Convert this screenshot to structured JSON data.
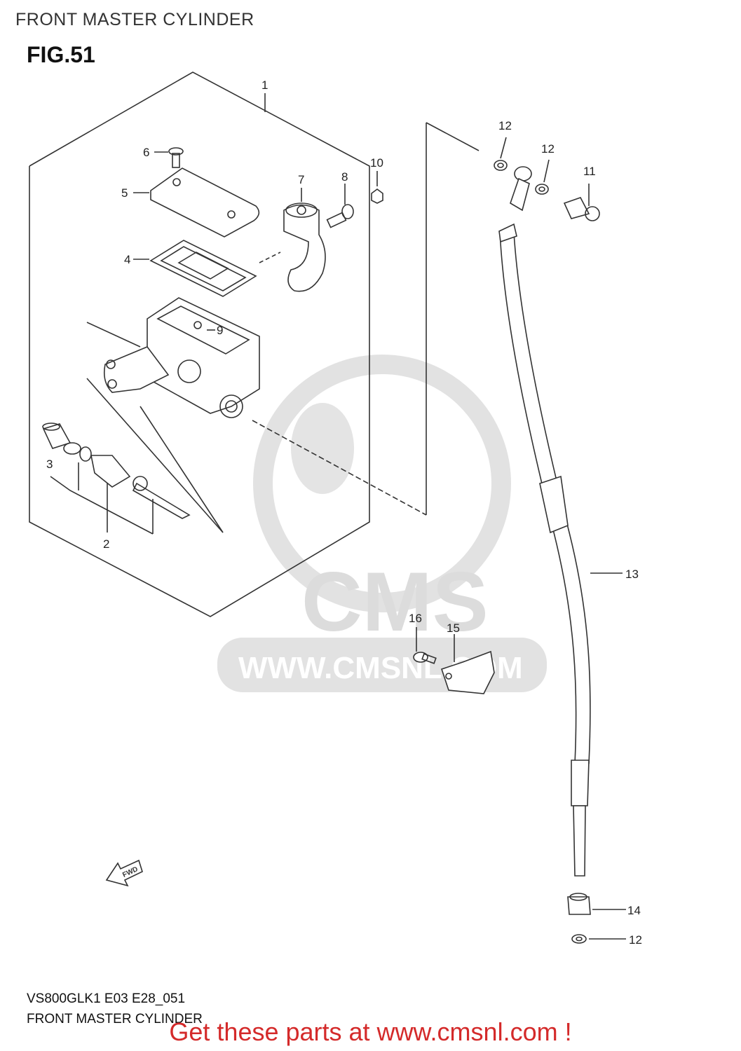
{
  "header": {
    "title": "FRONT MASTER CYLINDER"
  },
  "figure": {
    "label": "FIG.51"
  },
  "callouts": [
    {
      "id": "c1",
      "label": "1"
    },
    {
      "id": "c2",
      "label": "2"
    },
    {
      "id": "c3",
      "label": "3"
    },
    {
      "id": "c4",
      "label": "4"
    },
    {
      "id": "c5",
      "label": "5"
    },
    {
      "id": "c6",
      "label": "6"
    },
    {
      "id": "c7",
      "label": "7"
    },
    {
      "id": "c8",
      "label": "8"
    },
    {
      "id": "c9",
      "label": "9"
    },
    {
      "id": "c10",
      "label": "10"
    },
    {
      "id": "c11",
      "label": "11"
    },
    {
      "id": "c12a",
      "label": "12"
    },
    {
      "id": "c12b",
      "label": "12"
    },
    {
      "id": "c12c",
      "label": "12"
    },
    {
      "id": "c13",
      "label": "13"
    },
    {
      "id": "c14",
      "label": "14"
    },
    {
      "id": "c15",
      "label": "15"
    },
    {
      "id": "c16",
      "label": "16"
    }
  ],
  "direction_marker": {
    "text": "FWD"
  },
  "watermark": {
    "logo_text": "CMS",
    "url_text": "WWW.CMSNL.COM"
  },
  "footer": {
    "model_code": "VS800GLK1 E03 E28_051",
    "diagram_name": "FRONT MASTER CYLINDER",
    "promo": "Get these parts at www.cmsnl.com !"
  },
  "colors": {
    "line": "#333333",
    "watermark": "#d9d9d9",
    "promo": "#d42a2a"
  }
}
